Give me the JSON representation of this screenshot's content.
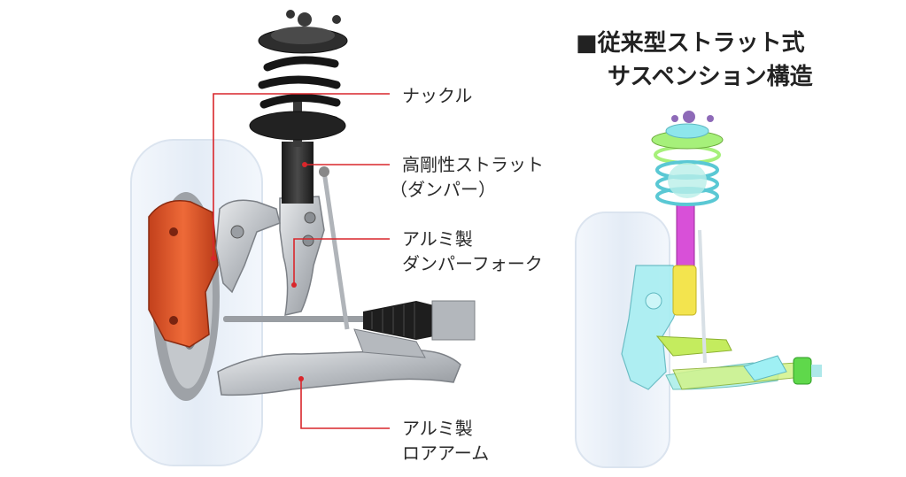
{
  "colors": {
    "leader_line": "#d9262b",
    "tire": "#e9f0f8",
    "caliper": "#e0562a",
    "strut_dark": "#2b2b2b",
    "aluminum": "#c9ccd0",
    "knuckle_cyan": "#8ee6ec",
    "spring_green": "#a6f07a",
    "strut_magenta": "#d84bd8",
    "strut_yellow": "#f2e24a",
    "arm_green": "#b9e85a",
    "bushing_green": "#5fd84b"
  },
  "labels": {
    "knuckle": "ナックル",
    "strut_line1": "高剛性ストラット",
    "strut_line2": "（ダンパー）",
    "fork_line1": "アルミ製",
    "fork_line2": "ダンパーフォーク",
    "arm_line1": "アルミ製",
    "arm_line2": "ロアアーム"
  },
  "comparison": {
    "title_line1": "■従来型ストラット式",
    "title_line2": "サスペンション構造"
  }
}
